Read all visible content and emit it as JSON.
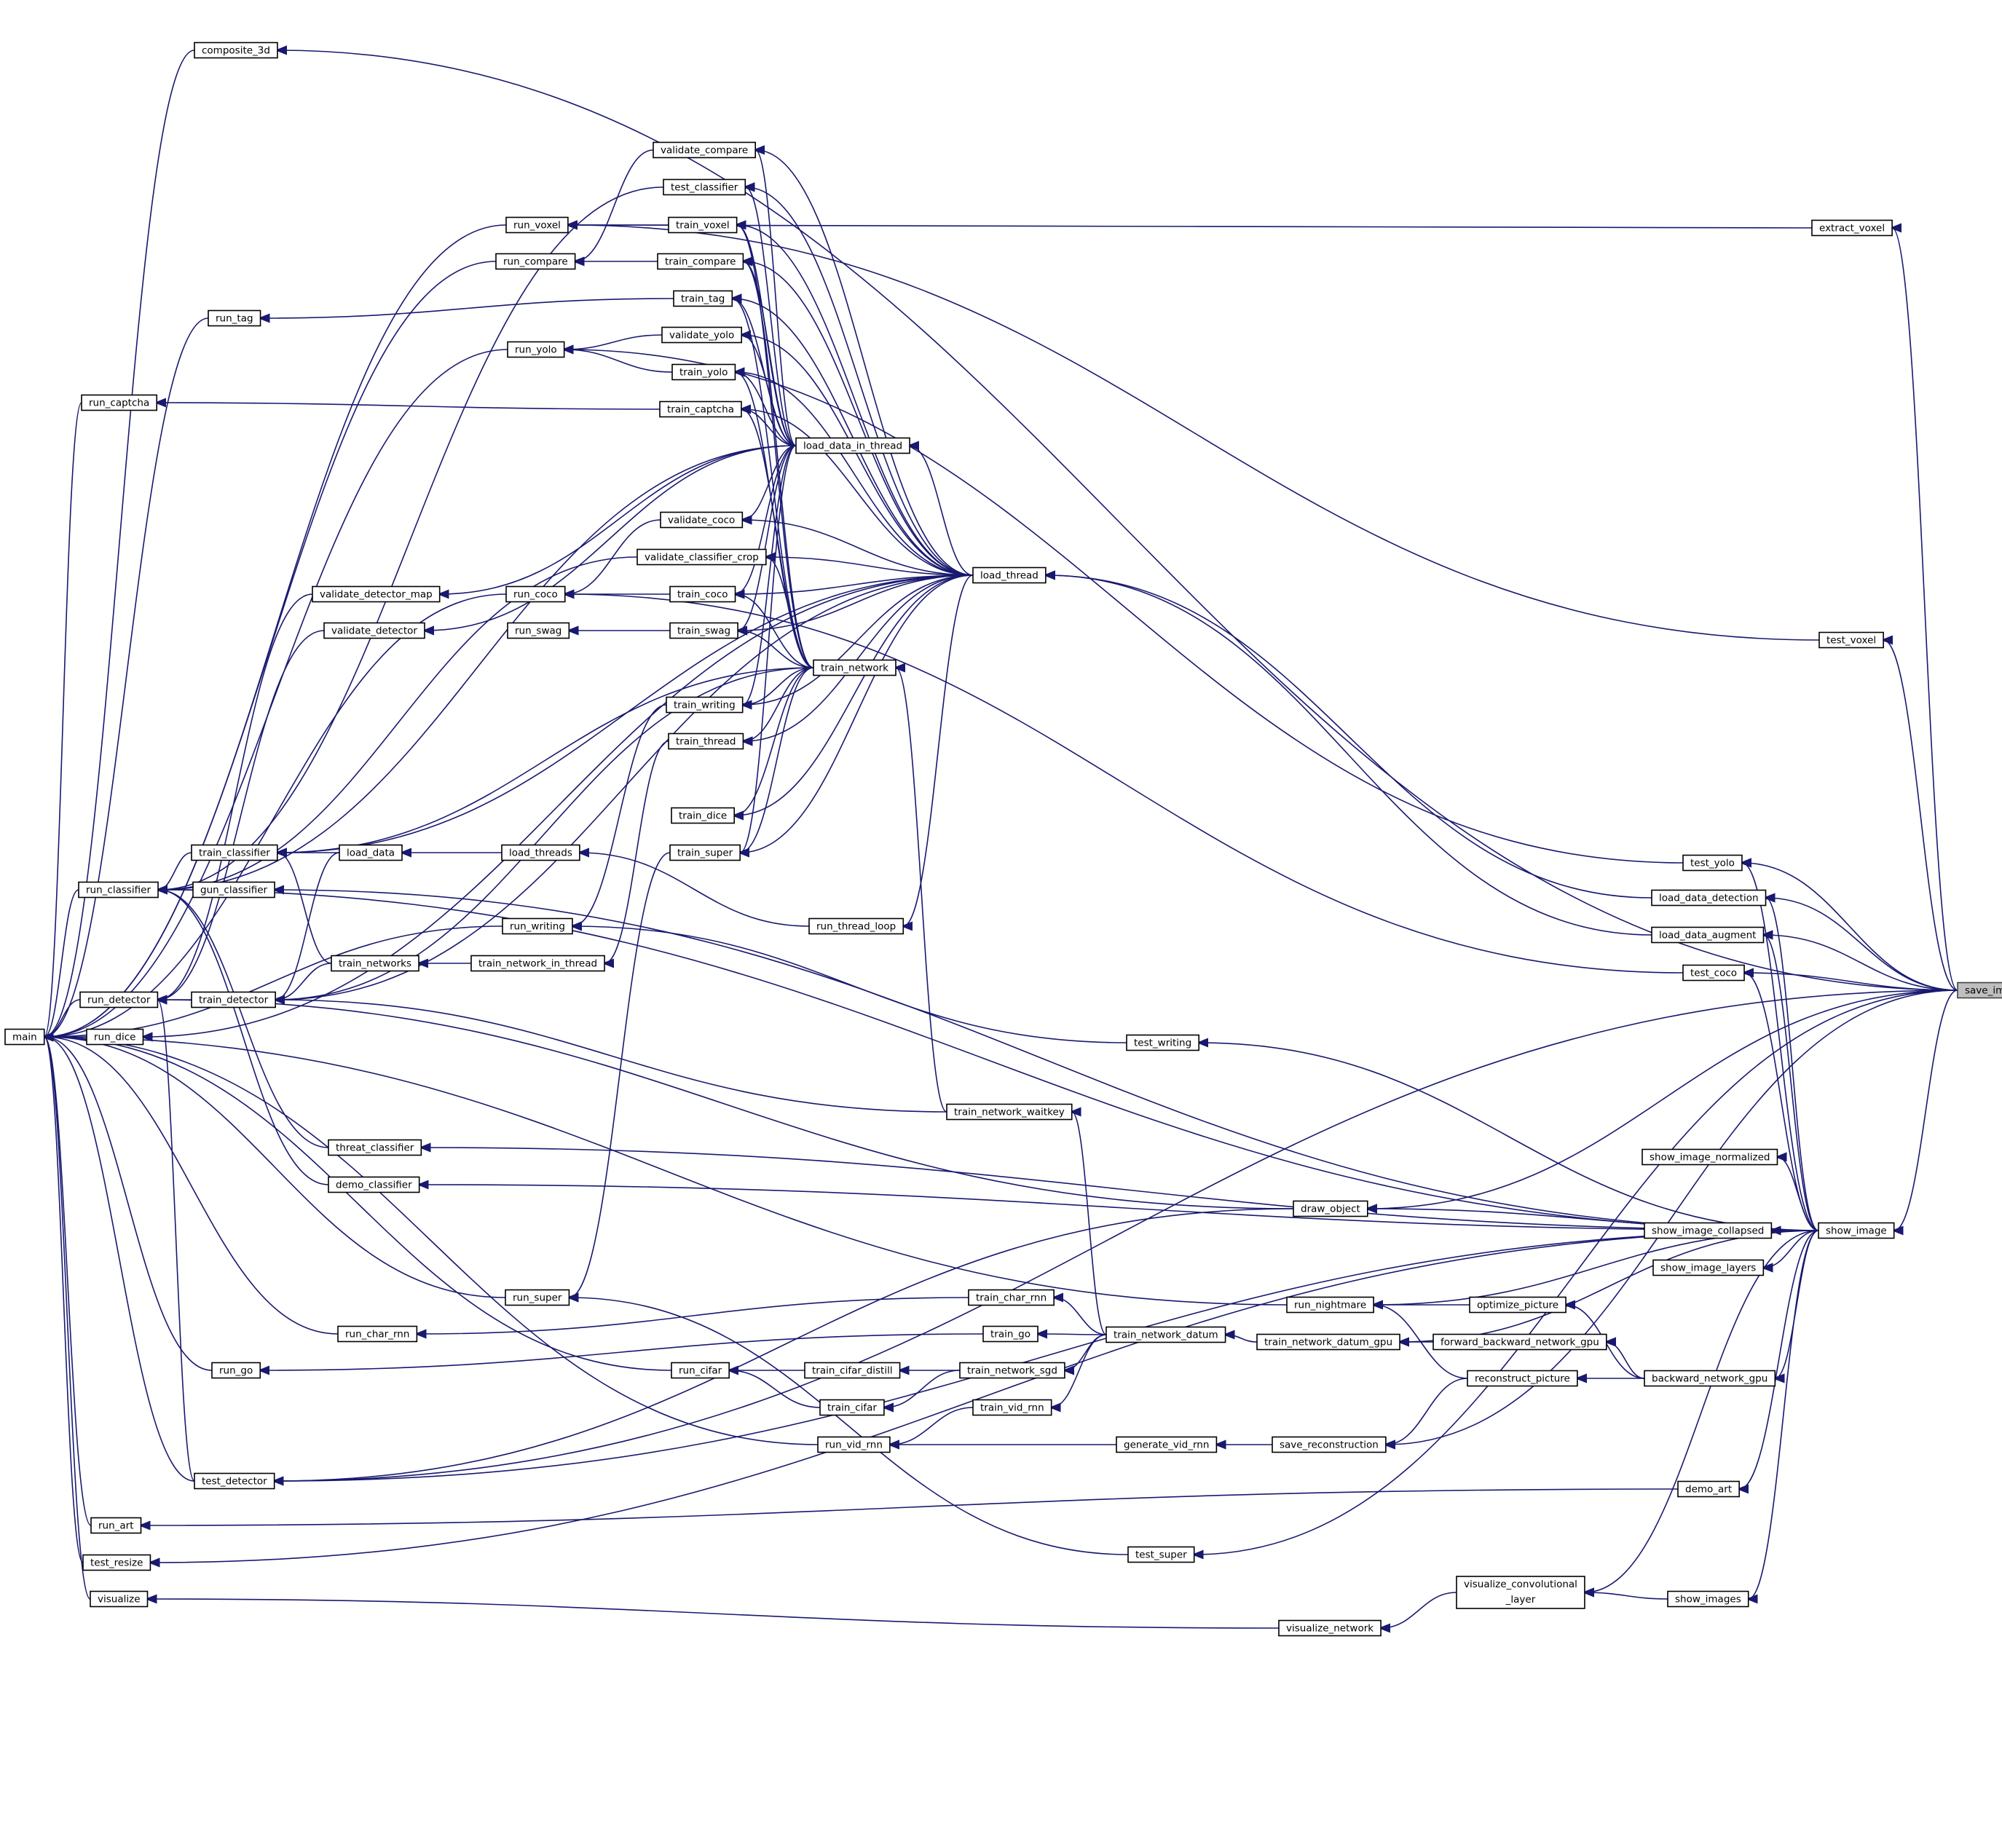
{
  "diagram": {
    "type": "call-graph",
    "root": "save_image",
    "edge_color": "#191970",
    "nodes": [
      {
        "id": "save_image",
        "label": "save_image",
        "root": true
      },
      {
        "id": "show_image",
        "label": "show_image"
      },
      {
        "id": "composite_3d",
        "label": "composite_3d"
      },
      {
        "id": "extract_voxel",
        "label": "extract_voxel"
      },
      {
        "id": "test_voxel",
        "label": "test_voxel"
      },
      {
        "id": "test_yolo",
        "label": "test_yolo"
      },
      {
        "id": "load_data_detection",
        "label": "load_data_detection"
      },
      {
        "id": "load_data_augment",
        "label": "load_data_augment"
      },
      {
        "id": "test_coco",
        "label": "test_coco"
      },
      {
        "id": "test_writing",
        "label": "test_writing"
      },
      {
        "id": "draw_object",
        "label": "draw_object"
      },
      {
        "id": "show_image_normalized",
        "label": "show_image_normalized"
      },
      {
        "id": "show_image_collapsed",
        "label": "show_image_collapsed"
      },
      {
        "id": "show_image_layers",
        "label": "show_image_layers"
      },
      {
        "id": "run_nightmare",
        "label": "run_nightmare"
      },
      {
        "id": "optimize_picture",
        "label": "optimize_picture"
      },
      {
        "id": "forward_backward_network_gpu",
        "label": "forward_backward_network_gpu"
      },
      {
        "id": "reconstruct_picture",
        "label": "reconstruct_picture"
      },
      {
        "id": "backward_network_gpu",
        "label": "backward_network_gpu"
      },
      {
        "id": "train_network_datum_gpu",
        "label": "train_network_datum_gpu"
      },
      {
        "id": "train_network_datum",
        "label": "train_network_datum"
      },
      {
        "id": "generate_vid_rnn",
        "label": "generate_vid_rnn"
      },
      {
        "id": "save_reconstruction",
        "label": "save_reconstruction"
      },
      {
        "id": "demo_art",
        "label": "demo_art"
      },
      {
        "id": "test_super",
        "label": "test_super"
      },
      {
        "id": "visualize_convolutional_layer",
        "label": "visualize_convolutional\n_layer"
      },
      {
        "id": "show_images",
        "label": "show_images"
      },
      {
        "id": "visualize_network",
        "label": "visualize_network"
      },
      {
        "id": "load_thread",
        "label": "load_thread"
      },
      {
        "id": "load_data_in_thread",
        "label": "load_data_in_thread"
      },
      {
        "id": "train_network",
        "label": "train_network"
      },
      {
        "id": "train_network_waitkey",
        "label": "train_network_waitkey"
      },
      {
        "id": "run_thread_loop",
        "label": "run_thread_loop"
      },
      {
        "id": "validate_compare",
        "label": "validate_compare"
      },
      {
        "id": "test_classifier",
        "label": "test_classifier"
      },
      {
        "id": "train_voxel",
        "label": "train_voxel"
      },
      {
        "id": "train_compare",
        "label": "train_compare"
      },
      {
        "id": "train_tag",
        "label": "train_tag"
      },
      {
        "id": "validate_yolo",
        "label": "validate_yolo"
      },
      {
        "id": "train_yolo",
        "label": "train_yolo"
      },
      {
        "id": "train_captcha",
        "label": "train_captcha"
      },
      {
        "id": "validate_coco",
        "label": "validate_coco"
      },
      {
        "id": "validate_classifier_crop",
        "label": "validate_classifier_crop"
      },
      {
        "id": "train_coco",
        "label": "train_coco"
      },
      {
        "id": "train_swag",
        "label": "train_swag"
      },
      {
        "id": "train_writing",
        "label": "train_writing"
      },
      {
        "id": "train_thread",
        "label": "train_thread"
      },
      {
        "id": "train_dice",
        "label": "train_dice"
      },
      {
        "id": "train_super",
        "label": "train_super"
      },
      {
        "id": "train_char_rnn",
        "label": "train_char_rnn"
      },
      {
        "id": "train_go",
        "label": "train_go"
      },
      {
        "id": "train_network_sgd",
        "label": "train_network_sgd"
      },
      {
        "id": "train_vid_rnn",
        "label": "train_vid_rnn"
      },
      {
        "id": "train_cifar_distill",
        "label": "train_cifar_distill"
      },
      {
        "id": "train_cifar",
        "label": "train_cifar"
      },
      {
        "id": "run_vid_rnn",
        "label": "run_vid_rnn"
      },
      {
        "id": "run_cifar",
        "label": "run_cifar"
      },
      {
        "id": "run_voxel",
        "label": "run_voxel"
      },
      {
        "id": "run_compare",
        "label": "run_compare"
      },
      {
        "id": "run_yolo",
        "label": "run_yolo"
      },
      {
        "id": "run_coco",
        "label": "run_coco"
      },
      {
        "id": "run_swag",
        "label": "run_swag"
      },
      {
        "id": "load_threads",
        "label": "load_threads"
      },
      {
        "id": "run_writing",
        "label": "run_writing"
      },
      {
        "id": "train_network_in_thread",
        "label": "train_network_in_thread"
      },
      {
        "id": "run_super",
        "label": "run_super"
      },
      {
        "id": "run_char_rnn",
        "label": "run_char_rnn"
      },
      {
        "id": "run_go",
        "label": "run_go"
      },
      {
        "id": "validate_detector_map",
        "label": "validate_detector_map"
      },
      {
        "id": "validate_detector",
        "label": "validate_detector"
      },
      {
        "id": "train_classifier",
        "label": "train_classifier"
      },
      {
        "id": "load_data",
        "label": "load_data"
      },
      {
        "id": "gun_classifier",
        "label": "gun_classifier"
      },
      {
        "id": "train_networks",
        "label": "train_networks"
      },
      {
        "id": "train_detector",
        "label": "train_detector"
      },
      {
        "id": "threat_classifier",
        "label": "threat_classifier"
      },
      {
        "id": "demo_classifier",
        "label": "demo_classifier"
      },
      {
        "id": "test_detector",
        "label": "test_detector"
      },
      {
        "id": "run_tag",
        "label": "run_tag"
      },
      {
        "id": "run_captcha",
        "label": "run_captcha"
      },
      {
        "id": "run_classifier",
        "label": "run_classifier"
      },
      {
        "id": "run_detector",
        "label": "run_detector"
      },
      {
        "id": "run_dice",
        "label": "run_dice"
      },
      {
        "id": "run_art",
        "label": "run_art"
      },
      {
        "id": "test_resize",
        "label": "test_resize"
      },
      {
        "id": "visualize",
        "label": "visualize"
      },
      {
        "id": "main",
        "label": "main"
      }
    ],
    "edges": [
      [
        "show_image",
        "save_image"
      ],
      [
        "composite_3d",
        "save_image"
      ],
      [
        "extract_voxel",
        "save_image"
      ],
      [
        "test_voxel",
        "save_image"
      ],
      [
        "test_yolo",
        "save_image"
      ],
      [
        "load_data_detection",
        "save_image"
      ],
      [
        "load_data_augment",
        "save_image"
      ],
      [
        "test_coco",
        "save_image"
      ],
      [
        "draw_object",
        "save_image"
      ],
      [
        "save_reconstruction",
        "save_image"
      ],
      [
        "test_detector",
        "save_image"
      ],
      [
        "test_super",
        "save_image"
      ],
      [
        "show_image_normalized",
        "show_image"
      ],
      [
        "show_image_collapsed",
        "show_image"
      ],
      [
        "show_image_layers",
        "show_image"
      ],
      [
        "test_yolo",
        "show_image"
      ],
      [
        "load_data_detection",
        "show_image"
      ],
      [
        "load_data_augment",
        "show_image"
      ],
      [
        "test_coco",
        "show_image"
      ],
      [
        "test_writing",
        "show_image"
      ],
      [
        "draw_object",
        "show_image"
      ],
      [
        "run_nightmare",
        "show_image"
      ],
      [
        "backward_network_gpu",
        "show_image"
      ],
      [
        "train_network_datum_gpu",
        "show_image"
      ],
      [
        "demo_art",
        "show_image"
      ],
      [
        "visualize_convolutional_layer",
        "show_image"
      ],
      [
        "show_images",
        "show_image"
      ],
      [
        "test_detector",
        "show_image"
      ],
      [
        "test_resize",
        "show_image"
      ],
      [
        "threat_classifier",
        "show_image"
      ],
      [
        "demo_classifier",
        "show_image"
      ],
      [
        "gun_classifier",
        "show_image"
      ],
      [
        "run_classifier",
        "show_image"
      ],
      [
        "visualize_convolutional_layer",
        "show_images"
      ],
      [
        "visualize_network",
        "visualize_convolutional_layer"
      ],
      [
        "visualize",
        "visualize_network"
      ],
      [
        "load_thread",
        "load_data_detection"
      ],
      [
        "load_thread",
        "load_data_augment"
      ],
      [
        "load_data_in_thread",
        "load_thread"
      ],
      [
        "run_thread_loop",
        "load_thread"
      ],
      [
        "optimize_picture",
        "backward_network_gpu"
      ],
      [
        "reconstruct_picture",
        "backward_network_gpu"
      ],
      [
        "forward_backward_network_gpu",
        "backward_network_gpu"
      ],
      [
        "run_nightmare",
        "optimize_picture"
      ],
      [
        "run_nightmare",
        "reconstruct_picture"
      ],
      [
        "train_network_datum_gpu",
        "forward_backward_network_gpu"
      ],
      [
        "train_network_datum",
        "train_network_datum_gpu"
      ],
      [
        "save_reconstruction",
        "reconstruct_picture"
      ],
      [
        "generate_vid_rnn",
        "save_reconstruction"
      ],
      [
        "run_vid_rnn",
        "generate_vid_rnn"
      ],
      [
        "train_network_waitkey",
        "train_network_datum"
      ],
      [
        "train_char_rnn",
        "train_network_datum"
      ],
      [
        "train_go",
        "train_network_datum"
      ],
      [
        "train_network_sgd",
        "train_network_datum"
      ],
      [
        "train_vid_rnn",
        "train_network_datum"
      ],
      [
        "train_cifar_distill",
        "train_network_sgd"
      ],
      [
        "train_cifar",
        "train_network_sgd"
      ],
      [
        "run_vid_rnn",
        "train_vid_rnn"
      ],
      [
        "run_cifar",
        "train_cifar_distill"
      ],
      [
        "run_cifar",
        "train_cifar"
      ],
      [
        "train_network",
        "train_network_waitkey"
      ],
      [
        "train_detector",
        "train_network_waitkey"
      ],
      [
        "validate_compare",
        "load_data_in_thread"
      ],
      [
        "test_classifier",
        "load_data_in_thread"
      ],
      [
        "train_voxel",
        "load_data_in_thread"
      ],
      [
        "train_compare",
        "load_data_in_thread"
      ],
      [
        "train_tag",
        "load_data_in_thread"
      ],
      [
        "validate_yolo",
        "load_data_in_thread"
      ],
      [
        "train_yolo",
        "load_data_in_thread"
      ],
      [
        "train_captcha",
        "load_data_in_thread"
      ],
      [
        "validate_coco",
        "load_data_in_thread"
      ],
      [
        "train_coco",
        "load_data_in_thread"
      ],
      [
        "train_swag",
        "load_data_in_thread"
      ],
      [
        "train_writing",
        "load_data_in_thread"
      ],
      [
        "train_super",
        "load_data_in_thread"
      ],
      [
        "validate_detector_map",
        "load_data_in_thread"
      ],
      [
        "validate_detector",
        "load_data_in_thread"
      ],
      [
        "run_classifier",
        "load_data_in_thread"
      ],
      [
        "validate_compare",
        "load_thread"
      ],
      [
        "test_classifier",
        "load_thread"
      ],
      [
        "train_voxel",
        "load_thread"
      ],
      [
        "train_compare",
        "load_thread"
      ],
      [
        "train_tag",
        "load_thread"
      ],
      [
        "validate_yolo",
        "load_thread"
      ],
      [
        "train_yolo",
        "load_thread"
      ],
      [
        "train_captcha",
        "load_thread"
      ],
      [
        "validate_coco",
        "load_thread"
      ],
      [
        "validate_classifier_crop",
        "load_thread"
      ],
      [
        "train_coco",
        "load_thread"
      ],
      [
        "train_swag",
        "load_thread"
      ],
      [
        "train_writing",
        "load_thread"
      ],
      [
        "train_thread",
        "load_thread"
      ],
      [
        "train_dice",
        "load_thread"
      ],
      [
        "train_super",
        "load_thread"
      ],
      [
        "train_classifier",
        "load_thread"
      ],
      [
        "train_detector",
        "load_thread"
      ],
      [
        "run_dice",
        "load_thread"
      ],
      [
        "train_voxel",
        "train_network"
      ],
      [
        "train_compare",
        "train_network"
      ],
      [
        "train_tag",
        "train_network"
      ],
      [
        "train_yolo",
        "train_network"
      ],
      [
        "train_captcha",
        "train_network"
      ],
      [
        "train_coco",
        "train_network"
      ],
      [
        "train_swag",
        "train_network"
      ],
      [
        "train_writing",
        "train_network"
      ],
      [
        "train_thread",
        "train_network"
      ],
      [
        "train_dice",
        "train_network"
      ],
      [
        "train_super",
        "train_network"
      ],
      [
        "train_classifier",
        "train_network"
      ],
      [
        "train_detector",
        "train_network"
      ],
      [
        "validate_classifier_crop",
        "train_network"
      ],
      [
        "run_voxel",
        "train_voxel"
      ],
      [
        "run_compare",
        "train_compare"
      ],
      [
        "run_yolo",
        "validate_yolo"
      ],
      [
        "run_yolo",
        "train_yolo"
      ],
      [
        "run_coco",
        "validate_coco"
      ],
      [
        "run_coco",
        "train_coco"
      ],
      [
        "run_swag",
        "train_swag"
      ],
      [
        "run_writing",
        "train_writing"
      ],
      [
        "run_writing",
        "test_writing"
      ],
      [
        "run_super",
        "train_super"
      ],
      [
        "run_super",
        "test_super"
      ],
      [
        "run_char_rnn",
        "train_char_rnn"
      ],
      [
        "run_go",
        "train_go"
      ],
      [
        "run_tag",
        "train_tag"
      ],
      [
        "run_captcha",
        "train_captcha"
      ],
      [
        "run_compare",
        "validate_compare"
      ],
      [
        "run_classifier",
        "test_classifier"
      ],
      [
        "run_classifier",
        "validate_classifier_crop"
      ],
      [
        "run_voxel",
        "test_voxel"
      ],
      [
        "run_voxel",
        "extract_voxel"
      ],
      [
        "run_yolo",
        "test_yolo"
      ],
      [
        "run_coco",
        "test_coco"
      ],
      [
        "load_threads",
        "run_thread_loop"
      ],
      [
        "load_data",
        "load_threads"
      ],
      [
        "train_classifier",
        "load_data"
      ],
      [
        "train_detector",
        "load_data"
      ],
      [
        "train_networks",
        "train_network_in_thread"
      ],
      [
        "train_classifier",
        "train_networks"
      ],
      [
        "train_detector",
        "train_networks"
      ],
      [
        "train_network_in_thread",
        "train_thread"
      ],
      [
        "run_classifier",
        "train_classifier"
      ],
      [
        "run_classifier",
        "gun_classifier"
      ],
      [
        "run_classifier",
        "threat_classifier"
      ],
      [
        "run_classifier",
        "demo_classifier"
      ],
      [
        "run_detector",
        "train_detector"
      ],
      [
        "run_detector",
        "validate_detector_map"
      ],
      [
        "run_detector",
        "validate_detector"
      ],
      [
        "run_detector",
        "test_detector"
      ],
      [
        "test_detector",
        "draw_object"
      ],
      [
        "run_detector",
        "draw_object"
      ],
      [
        "main",
        "composite_3d"
      ],
      [
        "main",
        "run_voxel"
      ],
      [
        "main",
        "run_compare"
      ],
      [
        "main",
        "run_tag"
      ],
      [
        "main",
        "run_yolo"
      ],
      [
        "main",
        "run_captcha"
      ],
      [
        "main",
        "run_coco"
      ],
      [
        "main",
        "run_classifier"
      ],
      [
        "main",
        "run_detector"
      ],
      [
        "main",
        "run_dice"
      ],
      [
        "main",
        "run_writing"
      ],
      [
        "main",
        "run_super"
      ],
      [
        "main",
        "run_char_rnn"
      ],
      [
        "main",
        "run_go"
      ],
      [
        "main",
        "run_cifar"
      ],
      [
        "main",
        "run_vid_rnn"
      ],
      [
        "main",
        "test_detector"
      ],
      [
        "main",
        "run_art"
      ],
      [
        "main",
        "test_resize"
      ],
      [
        "main",
        "visualize"
      ],
      [
        "main",
        "run_nightmare"
      ],
      [
        "run_art",
        "demo_art"
      ]
    ]
  }
}
